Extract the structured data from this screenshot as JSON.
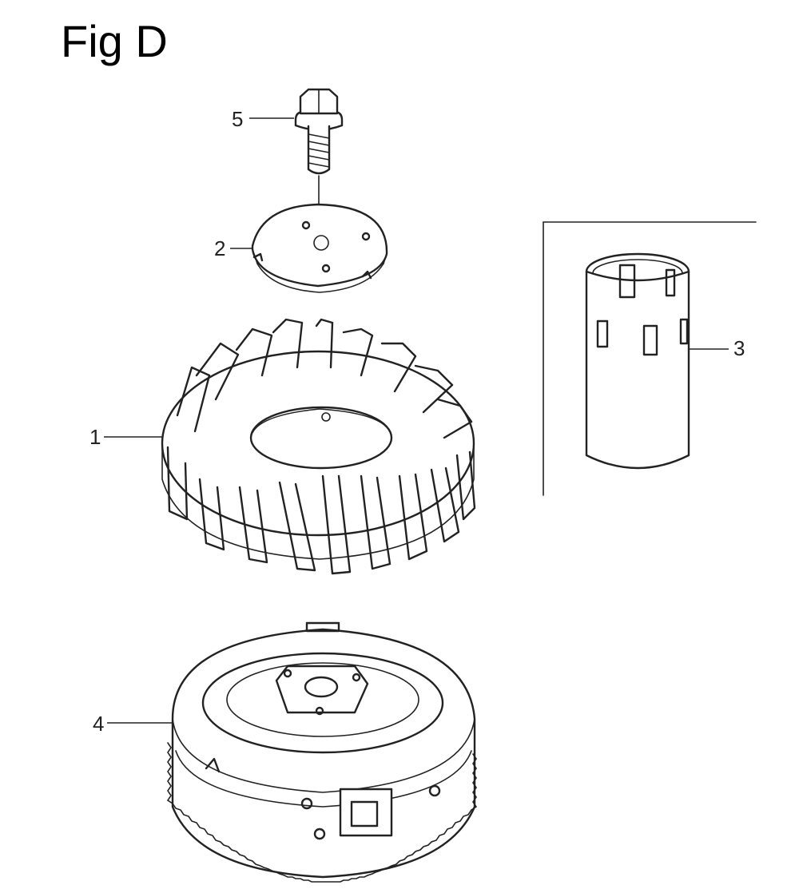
{
  "figure": {
    "title": "Fig D"
  },
  "callouts": [
    {
      "id": "1",
      "label": "1",
      "part": "flywheel-fan"
    },
    {
      "id": "2",
      "label": "2",
      "part": "fan-plate"
    },
    {
      "id": "3",
      "label": "3",
      "part": "starter-pulley-cup"
    },
    {
      "id": "4",
      "label": "4",
      "part": "flywheel-ring-gear"
    },
    {
      "id": "5",
      "label": "5",
      "part": "flange-bolt"
    }
  ]
}
